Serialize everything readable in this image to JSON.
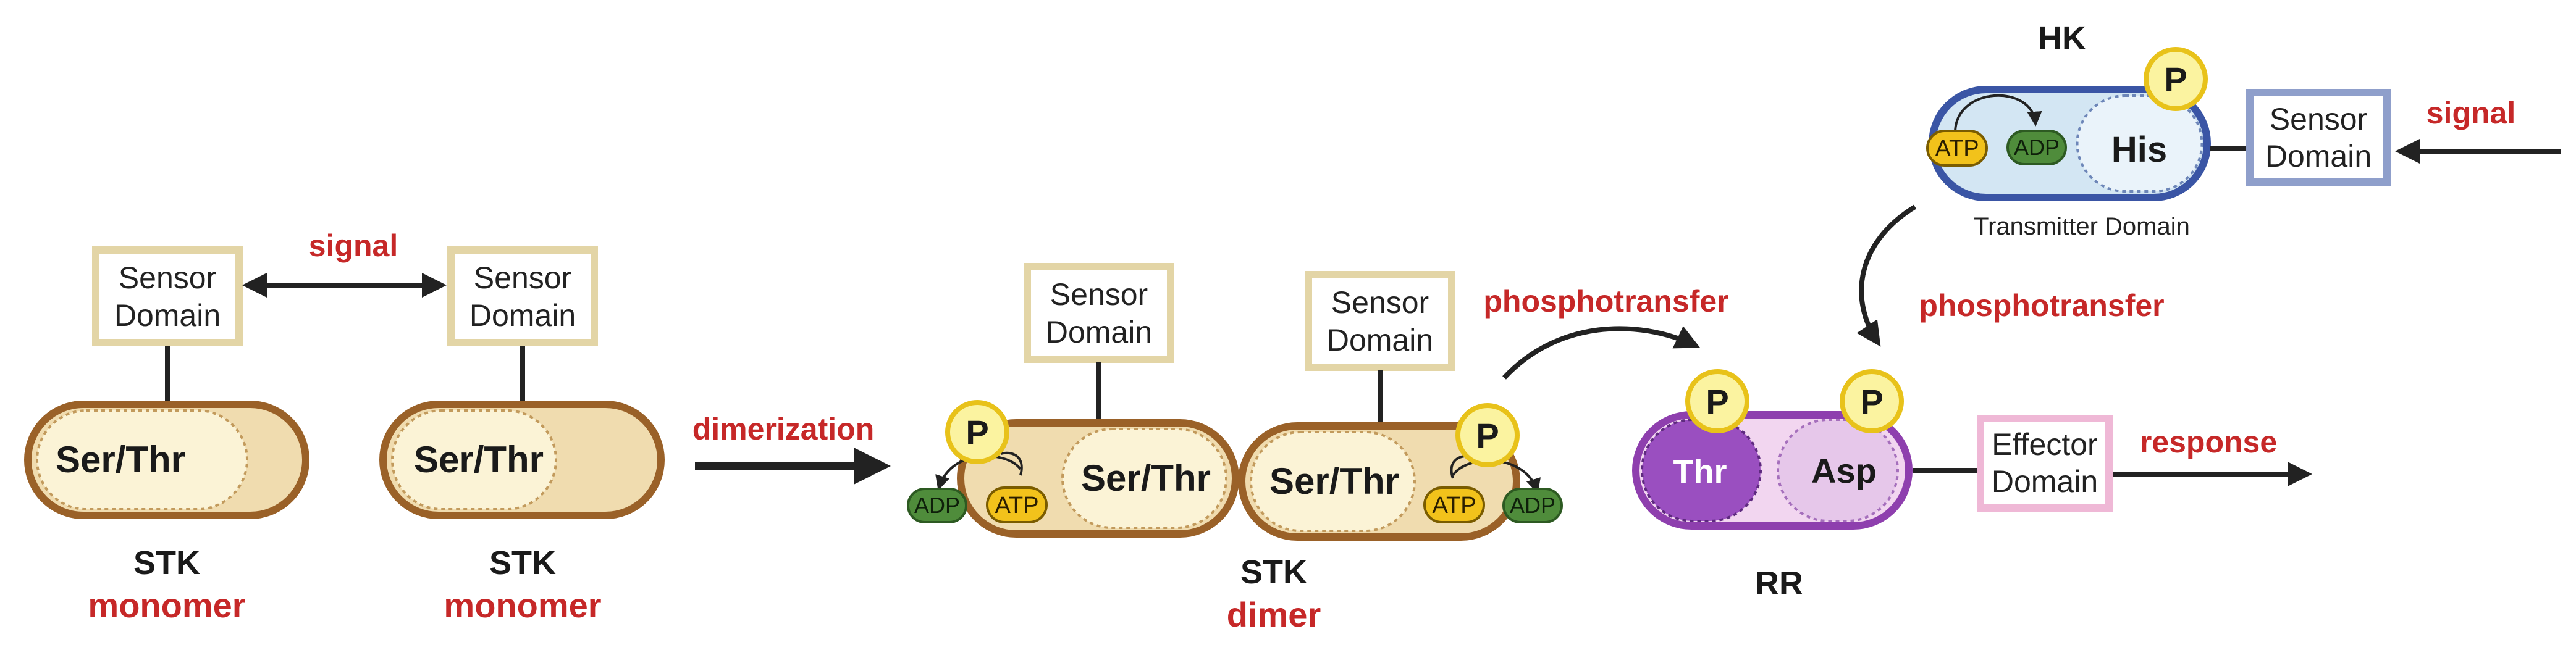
{
  "stk_monomer_1": {
    "sensor_line1": "Sensor",
    "sensor_line2": "Domain",
    "kinase": "Ser/Thr",
    "name": "STK",
    "state": "monomer"
  },
  "signal_stk": "signal",
  "stk_monomer_2": {
    "sensor_line1": "Sensor",
    "sensor_line2": "Domain",
    "kinase": "Ser/Thr",
    "name": "STK",
    "state": "monomer"
  },
  "dimerization": "dimerization",
  "stk_dimer": {
    "left": {
      "sensor_line1": "Sensor",
      "sensor_line2": "Domain",
      "kinase": "Ser/Thr",
      "phospho": "P",
      "atp": "ATP",
      "adp": "ADP"
    },
    "right": {
      "sensor_line1": "Sensor",
      "sensor_line2": "Domain",
      "kinase": "Ser/Thr",
      "phospho": "P",
      "atp": "ATP",
      "adp": "ADP"
    },
    "name": "STK",
    "state": "dimer"
  },
  "phosphotransfer_1": "phosphotransfer",
  "phosphotransfer_2": "phosphotransfer",
  "hk": {
    "name": "HK",
    "atp": "ATP",
    "adp": "ADP",
    "his": "His",
    "phospho": "P",
    "transmitter": "Transmitter Domain",
    "sensor_line1": "Sensor",
    "sensor_line2": "Domain",
    "signal": "signal"
  },
  "rr": {
    "name": "RR",
    "thr": "Thr",
    "asp": "Asp",
    "phospho_thr": "P",
    "phospho_asp": "P",
    "effector_line1": "Effector",
    "effector_line2": "Domain",
    "response": "response"
  },
  "colors": {
    "red_label": "#c62828",
    "stk_border": "#9a6128",
    "stk_fill": "#f0dcaf",
    "stk_inner": "#fbf3d6",
    "sensor_border": "#e3d5a6",
    "phospho_fill": "#fbf3a0",
    "phospho_border": "#e8c21a",
    "atp_fill": "#f2c21b",
    "adp_fill": "#4f8c3b",
    "hk_border": "#3a55a5",
    "hk_fill": "#d3e6f3",
    "hk_inner": "#eaf3fa",
    "hk_sensor_border": "#8f9fcb",
    "rr_border": "#8e3fae",
    "rr_fill": "#f2d6f0",
    "rr_thr": "#9a4fc0",
    "rr_asp": "#e6c7ea",
    "effector_border": "#efb8d6"
  }
}
